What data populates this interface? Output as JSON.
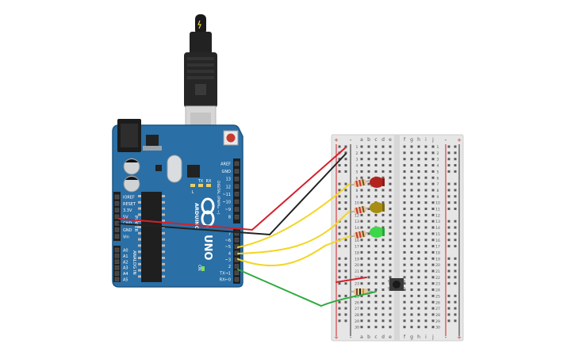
{
  "arduino": {
    "brand": "ARDUINO",
    "model": "UNO",
    "power_header": [
      "IOREF",
      "RESET",
      "3.3V",
      "5V",
      "GND",
      "GND",
      "Vin"
    ],
    "power_label": "POWER",
    "analog_header": [
      "A0",
      "A1",
      "A2",
      "A3",
      "A4",
      "A5"
    ],
    "analog_label": "ANALOG IN",
    "digital_top": [
      "AREF",
      "GND",
      "13",
      "12",
      "~11",
      "~10",
      "~9",
      "8"
    ],
    "digital_bottom": [
      "7",
      "~6",
      "~5",
      "4",
      "~3",
      "2",
      "TX→1",
      "RX←0"
    ],
    "digital_label": "DIGITAL (PWM= ~)",
    "led_labels": [
      "L",
      "TX",
      "RX"
    ],
    "on_label": "ON"
  },
  "breadboard": {
    "columns_left": [
      "a",
      "b",
      "c",
      "d",
      "e"
    ],
    "columns_right": [
      "f",
      "g",
      "h",
      "i",
      "j"
    ],
    "rail_plus": "+",
    "rail_minus": "-",
    "row_numbers": [
      "1",
      "2",
      "3",
      "4",
      "5",
      "6",
      "7",
      "8",
      "9",
      "10",
      "11",
      "12",
      "13",
      "14",
      "15",
      "16",
      "17",
      "18",
      "19",
      "20",
      "21",
      "22",
      "23",
      "24",
      "25",
      "26",
      "27",
      "28",
      "29",
      "30"
    ]
  },
  "colors": {
    "board": "#2a6fa6",
    "breadboard": "#e6e6e6",
    "wire_red": "#d4202a",
    "wire_black": "#222222",
    "wire_yellow": "#f2d624",
    "wire_green": "#2faa3f",
    "led_red": "#b3231e",
    "led_yellow": "#a88d12",
    "led_green": "#3ed64a"
  }
}
